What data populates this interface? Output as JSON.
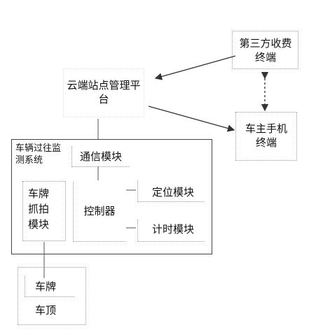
{
  "nodes": {
    "third_party": "第三方收费终端",
    "cloud_platform": "云端站点管理平台",
    "owner_phone": "车主手机终端",
    "system_title": "车辆过往监测系统",
    "comm_module": "通信模块",
    "plate_capture": "车牌抓拍模块",
    "controller": "控制器",
    "positioning": "定位模块",
    "timing": "计时模块",
    "plate": "车牌",
    "roof": "车顶"
  },
  "colors": {
    "line": "#333333",
    "dotted_border": "#9a9a9a"
  }
}
